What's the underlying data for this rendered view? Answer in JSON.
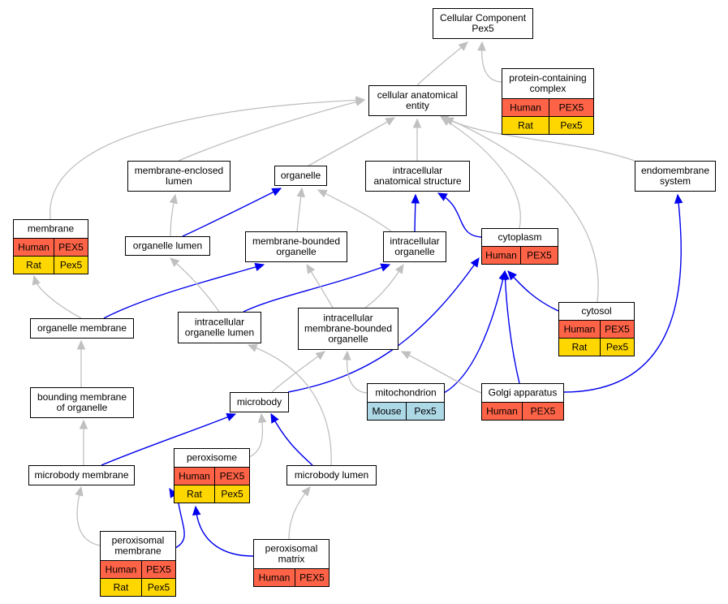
{
  "colors": {
    "human": "#ff6347",
    "rat": "#ffd700",
    "mouse": "#add8e6",
    "edge_is_a": "#c0c0c0",
    "edge_part_of": "#0000ee"
  },
  "nodes": {
    "cellular_component": {
      "lines": [
        "Cellular Component",
        "Pex5"
      ]
    },
    "protein_complex": {
      "lines": [
        "protein-containing",
        "complex"
      ],
      "rows": [
        [
          "Human",
          "PEX5",
          "human"
        ],
        [
          "Rat",
          "Pex5",
          "rat"
        ]
      ]
    },
    "cellular_anatomical_entity": {
      "lines": [
        "cellular anatomical",
        "entity"
      ]
    },
    "membrane_enclosed_lumen": {
      "lines": [
        "membrane-enclosed",
        "lumen"
      ]
    },
    "organelle": {
      "lines": [
        "organelle"
      ]
    },
    "intracellular_anatomical_structure": {
      "lines": [
        "intracellular",
        "anatomical structure"
      ]
    },
    "endomembrane_system": {
      "lines": [
        "endomembrane",
        "system"
      ]
    },
    "membrane": {
      "lines": [
        "membrane"
      ],
      "rows": [
        [
          "Human",
          "PEX5",
          "human"
        ],
        [
          "Rat",
          "Pex5",
          "rat"
        ]
      ]
    },
    "organelle_lumen": {
      "lines": [
        "organelle lumen"
      ]
    },
    "membrane_bounded_organelle": {
      "lines": [
        "membrane-bounded",
        "organelle"
      ]
    },
    "intracellular_organelle": {
      "lines": [
        "intracellular",
        "organelle"
      ]
    },
    "cytoplasm": {
      "lines": [
        "cytoplasm"
      ],
      "rows": [
        [
          "Human",
          "PEX5",
          "human"
        ]
      ]
    },
    "organelle_membrane": {
      "lines": [
        "organelle membrane"
      ]
    },
    "intracellular_organelle_lumen": {
      "lines": [
        "intracellular",
        "organelle lumen"
      ]
    },
    "intracellular_membrane_bounded_organelle": {
      "lines": [
        "intracellular",
        "membrane-bounded",
        "organelle"
      ]
    },
    "cytosol": {
      "lines": [
        "cytosol"
      ],
      "rows": [
        [
          "Human",
          "PEX5",
          "human"
        ],
        [
          "Rat",
          "Pex5",
          "rat"
        ]
      ]
    },
    "bounding_membrane": {
      "lines": [
        "bounding membrane",
        "of organelle"
      ]
    },
    "microbody": {
      "lines": [
        "microbody"
      ]
    },
    "mitochondrion": {
      "lines": [
        "mitochondrion"
      ],
      "rows": [
        [
          "Mouse",
          "Pex5",
          "mouse"
        ]
      ]
    },
    "golgi_apparatus": {
      "lines": [
        "Golgi apparatus"
      ],
      "rows": [
        [
          "Human",
          "PEX5",
          "human"
        ]
      ]
    },
    "peroxisome": {
      "lines": [
        "peroxisome"
      ],
      "rows": [
        [
          "Human",
          "PEX5",
          "human"
        ],
        [
          "Rat",
          "Pex5",
          "rat"
        ]
      ]
    },
    "microbody_membrane": {
      "lines": [
        "microbody membrane"
      ]
    },
    "microbody_lumen": {
      "lines": [
        "microbody lumen"
      ]
    },
    "peroxisomal_membrane": {
      "lines": [
        "peroxisomal",
        "membrane"
      ],
      "rows": [
        [
          "Human",
          "PEX5",
          "human"
        ],
        [
          "Rat",
          "Pex5",
          "rat"
        ]
      ]
    },
    "peroxisomal_matrix": {
      "lines": [
        "peroxisomal",
        "matrix"
      ],
      "rows": [
        [
          "Human",
          "PEX5",
          "human"
        ]
      ]
    }
  },
  "edges": [
    {
      "from": "protein_complex",
      "to": "cellular_component",
      "type": "is_a"
    },
    {
      "from": "cellular_anatomical_entity",
      "to": "cellular_component",
      "type": "is_a"
    },
    {
      "from": "membrane_enclosed_lumen",
      "to": "cellular_anatomical_entity",
      "type": "is_a"
    },
    {
      "from": "organelle",
      "to": "cellular_anatomical_entity",
      "type": "is_a"
    },
    {
      "from": "intracellular_anatomical_structure",
      "to": "cellular_anatomical_entity",
      "type": "is_a"
    },
    {
      "from": "endomembrane_system",
      "to": "cellular_anatomical_entity",
      "type": "is_a"
    },
    {
      "from": "membrane",
      "to": "cellular_anatomical_entity",
      "type": "is_a"
    },
    {
      "from": "cytoplasm",
      "to": "cellular_anatomical_entity",
      "type": "is_a"
    },
    {
      "from": "cytosol",
      "to": "cellular_anatomical_entity",
      "type": "is_a"
    },
    {
      "from": "organelle_lumen",
      "to": "membrane_enclosed_lumen",
      "type": "is_a"
    },
    {
      "from": "organelle_lumen",
      "to": "organelle",
      "type": "part_of"
    },
    {
      "from": "membrane_bounded_organelle",
      "to": "organelle",
      "type": "is_a"
    },
    {
      "from": "intracellular_organelle",
      "to": "organelle",
      "type": "is_a"
    },
    {
      "from": "intracellular_organelle",
      "to": "intracellular_anatomical_structure",
      "type": "part_of"
    },
    {
      "from": "cytoplasm",
      "to": "intracellular_anatomical_structure",
      "type": "part_of"
    },
    {
      "from": "golgi_apparatus",
      "to": "endomembrane_system",
      "type": "part_of"
    },
    {
      "from": "organelle_membrane",
      "to": "membrane",
      "type": "is_a"
    },
    {
      "from": "organelle_membrane",
      "to": "membrane_bounded_organelle",
      "type": "part_of"
    },
    {
      "from": "intracellular_organelle_lumen",
      "to": "organelle_lumen",
      "type": "is_a"
    },
    {
      "from": "intracellular_organelle_lumen",
      "to": "intracellular_organelle",
      "type": "part_of"
    },
    {
      "from": "intracellular_membrane_bounded_organelle",
      "to": "membrane_bounded_organelle",
      "type": "is_a"
    },
    {
      "from": "intracellular_membrane_bounded_organelle",
      "to": "intracellular_organelle",
      "type": "is_a"
    },
    {
      "from": "cytosol",
      "to": "cytoplasm",
      "type": "part_of"
    },
    {
      "from": "bounding_membrane",
      "to": "organelle_membrane",
      "type": "is_a"
    },
    {
      "from": "microbody",
      "to": "intracellular_membrane_bounded_organelle",
      "type": "is_a"
    },
    {
      "from": "microbody",
      "to": "cytoplasm",
      "type": "part_of"
    },
    {
      "from": "mitochondrion",
      "to": "intracellular_membrane_bounded_organelle",
      "type": "is_a"
    },
    {
      "from": "mitochondrion",
      "to": "cytoplasm",
      "type": "part_of"
    },
    {
      "from": "golgi_apparatus",
      "to": "intracellular_membrane_bounded_organelle",
      "type": "is_a"
    },
    {
      "from": "golgi_apparatus",
      "to": "cytoplasm",
      "type": "part_of"
    },
    {
      "from": "microbody_membrane",
      "to": "bounding_membrane",
      "type": "is_a"
    },
    {
      "from": "microbody_membrane",
      "to": "microbody",
      "type": "part_of"
    },
    {
      "from": "peroxisome",
      "to": "microbody",
      "type": "is_a"
    },
    {
      "from": "microbody_lumen",
      "to": "microbody",
      "type": "part_of"
    },
    {
      "from": "microbody_lumen",
      "to": "intracellular_organelle_lumen",
      "type": "is_a"
    },
    {
      "from": "peroxisomal_membrane",
      "to": "microbody_membrane",
      "type": "is_a"
    },
    {
      "from": "peroxisomal_membrane",
      "to": "peroxisome",
      "type": "part_of"
    },
    {
      "from": "peroxisomal_matrix",
      "to": "peroxisome",
      "type": "part_of"
    },
    {
      "from": "peroxisomal_matrix",
      "to": "microbody_lumen",
      "type": "is_a"
    }
  ]
}
